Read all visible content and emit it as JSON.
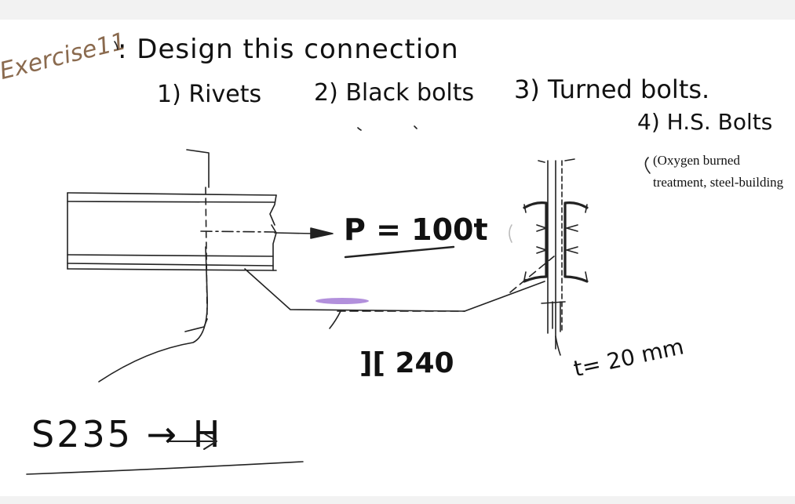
{
  "page": {
    "background": "#f2f2f2",
    "canvas_background": "#ffffff"
  },
  "notes": {
    "exercise_label": "Exercise11",
    "exercise_color": "#8a6a4e",
    "heading": ": Design this connection",
    "options": {
      "rivets": "1) Rivets",
      "black_bolts": "2) Black bolts",
      "turned_bolts": "3) Turned bolts.",
      "hs_bolts": "4) H.S. Bolts"
    },
    "typed_note_line1": "(Oxygen burned",
    "typed_note_line2": "treatment, steel-building"
  },
  "drawing": {
    "load_label": "P = 100t",
    "section_label": "][ 240",
    "thickness_label": "t= 20 mm",
    "highlight_color": "#a47dd6"
  },
  "material": {
    "label": "S235 → H"
  }
}
